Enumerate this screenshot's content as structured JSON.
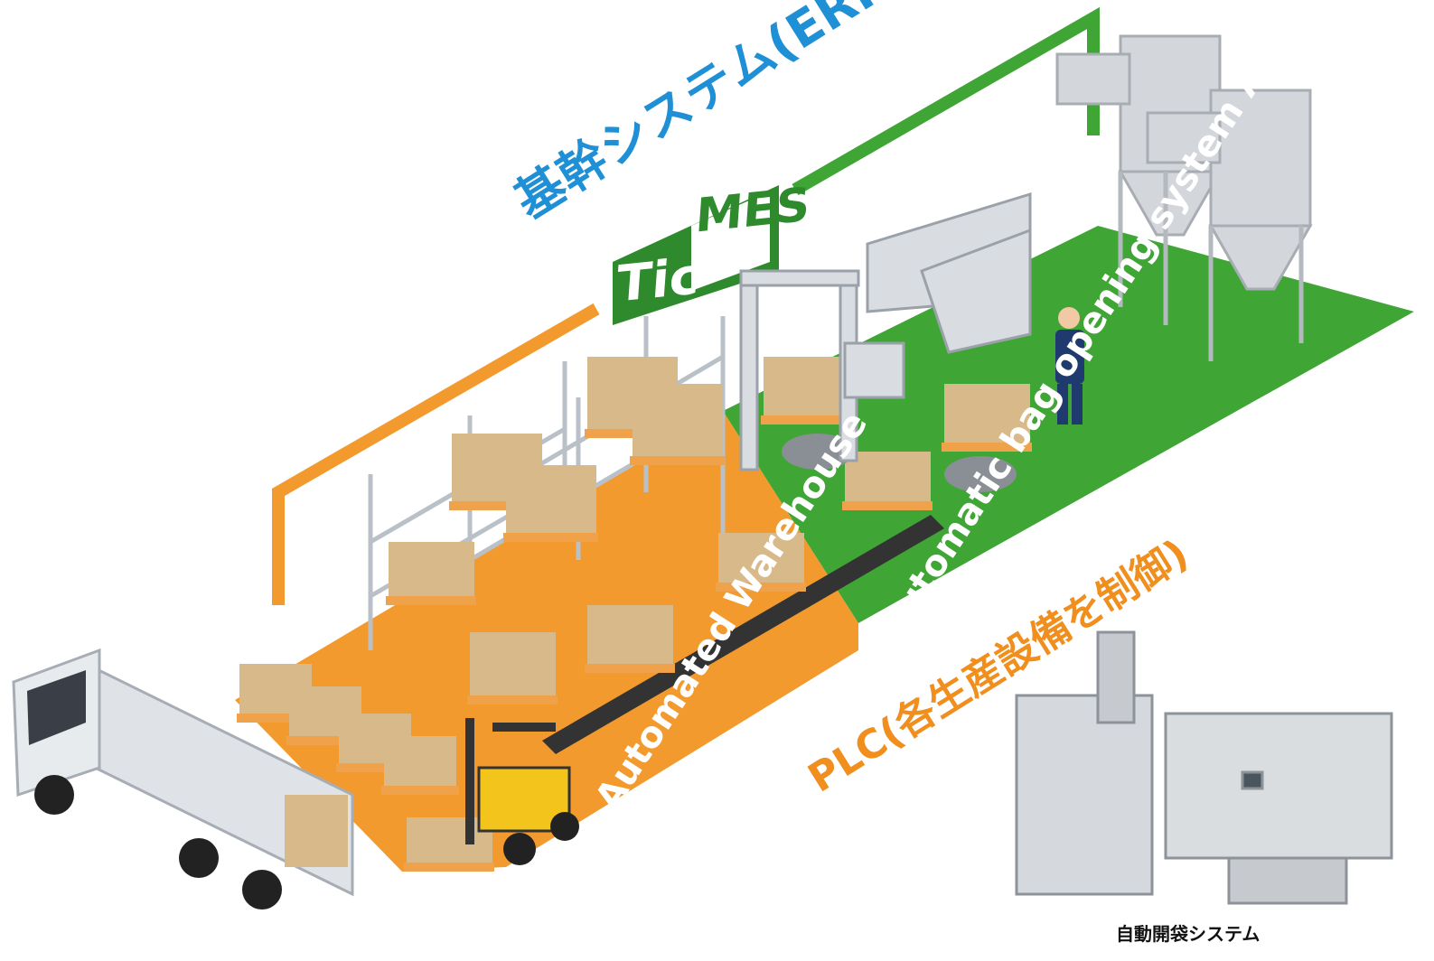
{
  "labels": {
    "erp": "基幹システム(ERP)",
    "mes_tic": "Tic",
    "mes_mes": "MES",
    "plc": "PLC(各生産設備を制御)",
    "warehouse_area": "Automated Warehouse",
    "bag_area": "Automatic bag opening system Area",
    "photo_caption": "自動開袋システム"
  },
  "colors": {
    "erp_blue": "#1f8fd6",
    "mes_green": "#2e8a2c",
    "floor_green": "#3fa535",
    "plc_orange": "#f08e1e",
    "bag_tan": "#d8b98a",
    "pallet_orange": "#f0a24a"
  }
}
